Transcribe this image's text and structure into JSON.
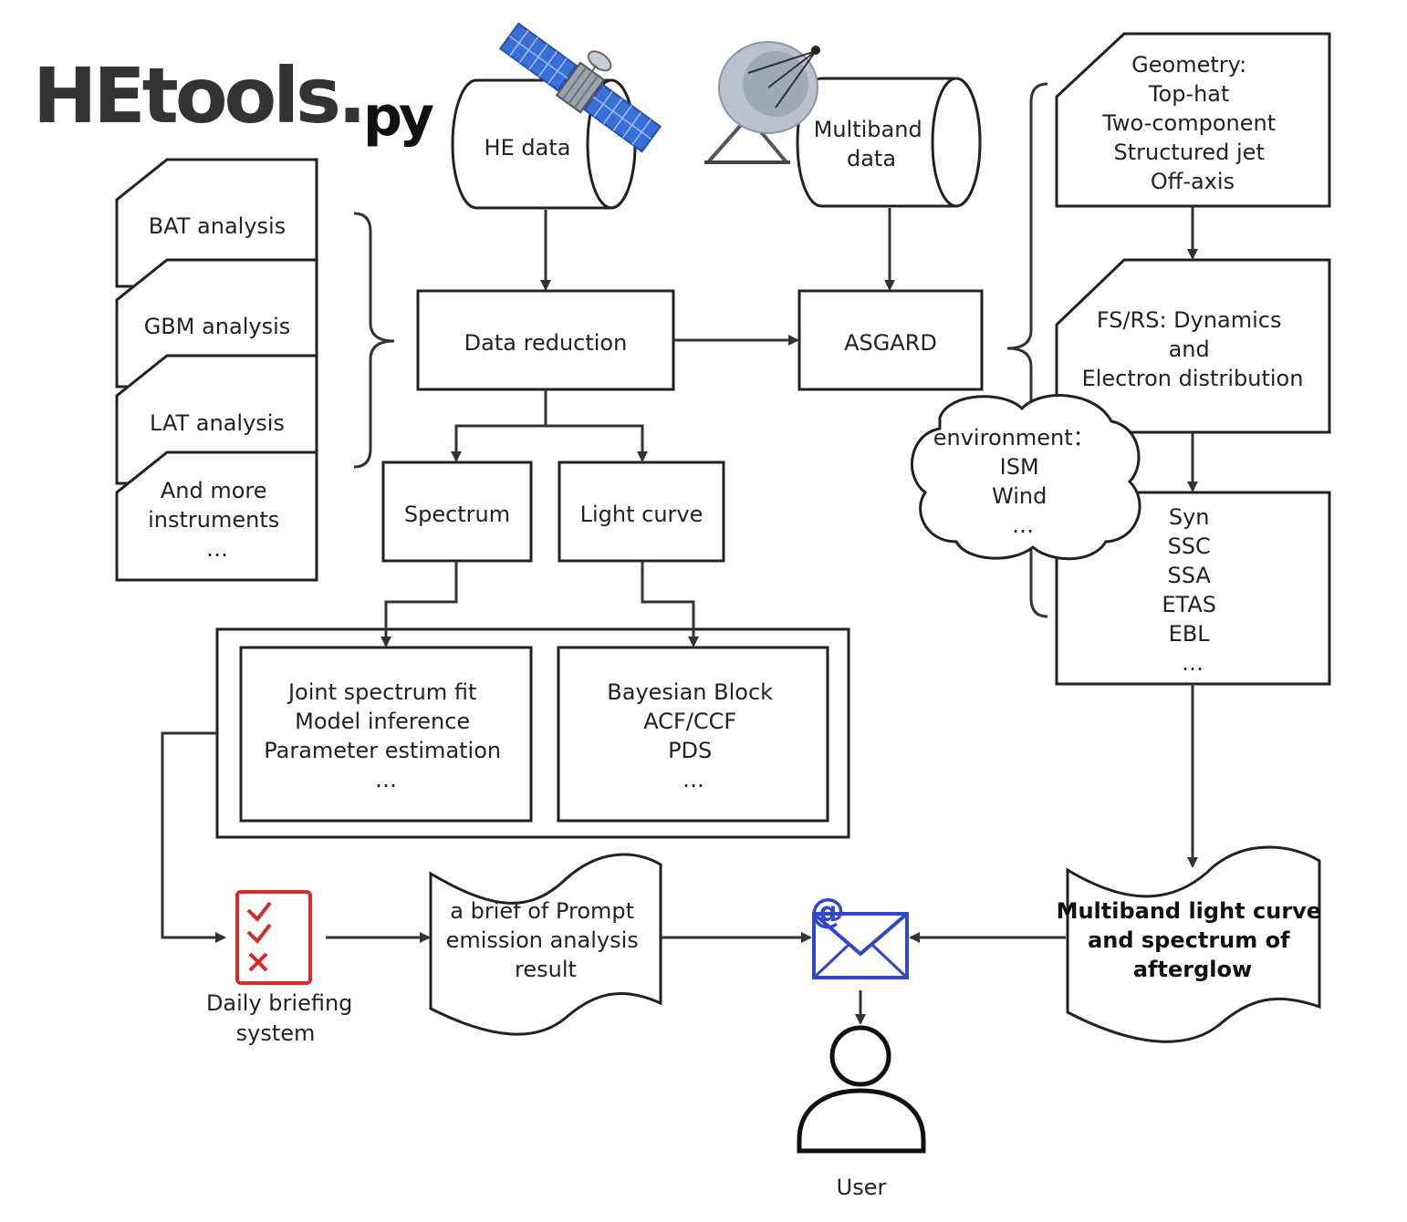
{
  "logo": {
    "text": "HEtools.py"
  },
  "colors": {
    "stroke": "#222222",
    "checklist": "#d42a2a",
    "mail": "#3346c8",
    "satellite": "#3a6fd8"
  },
  "icons": {
    "satellite": "satellite-icon",
    "dish": "satellite-dish-icon",
    "checklist": "checklist-icon",
    "mail": "email-icon",
    "user": "user-icon"
  },
  "nodes": {
    "he_data": "HE data",
    "multiband_data": [
      "Multiband",
      "data"
    ],
    "instruments": [
      [
        "BAT analysis"
      ],
      [
        "GBM analysis"
      ],
      [
        "LAT analysis"
      ],
      [
        "And more",
        "instruments",
        "…"
      ]
    ],
    "data_reduction": "Data reduction",
    "asgard": "ASGARD",
    "spectrum": "Spectrum",
    "light_curve": "Light curve",
    "spectrum_methods": [
      "Joint spectrum fit",
      "Model inference",
      "Parameter estimation",
      "…"
    ],
    "lc_methods": [
      "Bayesian Block",
      "ACF/CCF",
      "PDS",
      "…"
    ],
    "geometry": [
      "Geometry:",
      "Top-hat",
      "Two-component",
      "Structured jet",
      "Off-axis"
    ],
    "dynamics": [
      "FS/RS: Dynamics",
      "and",
      "Electron distribution"
    ],
    "environment": [
      "environment：",
      "ISM",
      "Wind",
      "…"
    ],
    "radiation": [
      "Syn",
      "SSC",
      "SSA",
      "ETAS",
      "EBL",
      "…"
    ],
    "daily_briefing": [
      "Daily briefing",
      "system"
    ],
    "brief": [
      "a brief of Prompt",
      "emission analysis",
      "result"
    ],
    "afterglow": [
      "Multiband light curve",
      "and spectrum of",
      "afterglow"
    ],
    "user": "User"
  }
}
